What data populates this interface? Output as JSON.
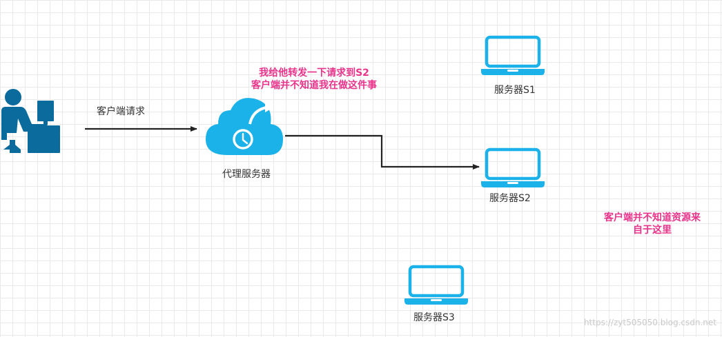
{
  "labels": {
    "client_request": "客户端请求",
    "proxy_server": "代理服务器",
    "server_s1": "服务器S1",
    "server_s2": "服务器S2",
    "server_s3": "服务器S3"
  },
  "notes": {
    "proxy_line1": "我给他转发一下请求到S2",
    "proxy_line2": "客户端并不知道我在做这件事",
    "client_line1": "客户端并不知道资源来",
    "client_line2": "自于这里"
  },
  "watermark": "https://zyt505050.blog.csdn.net",
  "colors": {
    "user_icon": "#0b6b9c",
    "cloud": "#1ab2e8",
    "laptop": "#1ab2e8",
    "note": "#e8338b",
    "arrow": "#222222"
  },
  "icons": {
    "user": "user-at-computer-icon",
    "proxy": "cloud-clock-forward-icon",
    "server": "laptop-icon"
  }
}
